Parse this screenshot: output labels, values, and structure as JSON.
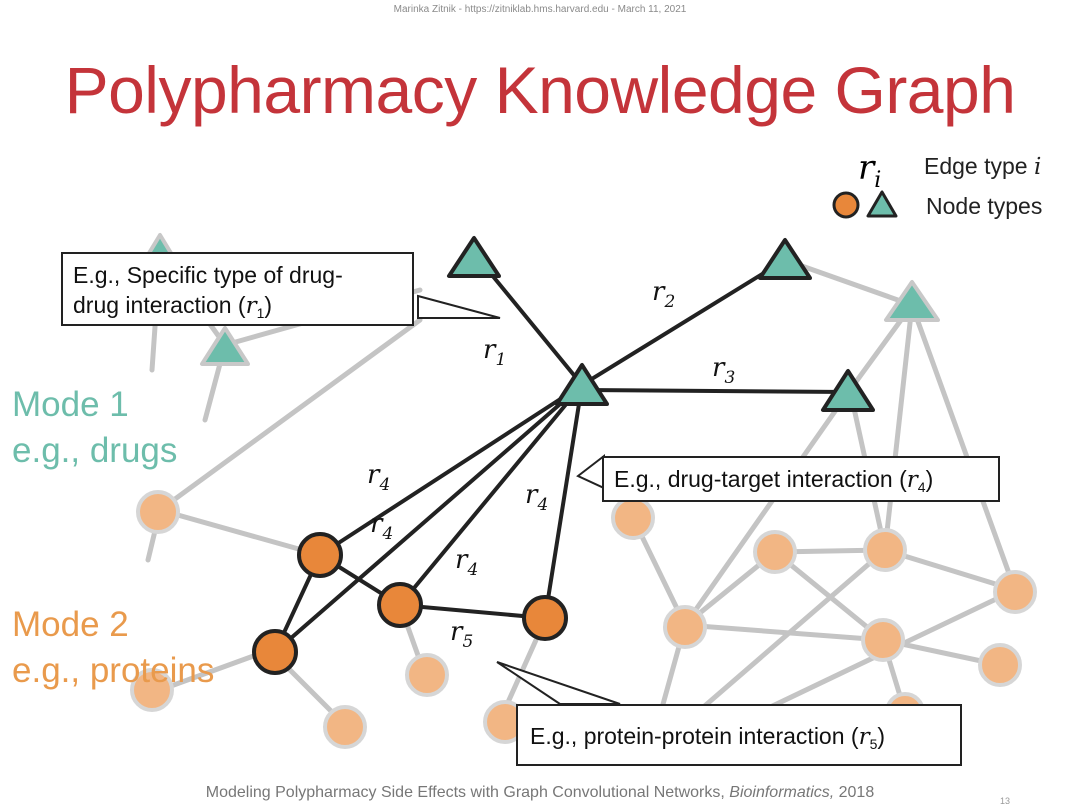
{
  "header": "Marinka Zitnik - https://zitniklab.hms.harvard.edu - March 11, 2021",
  "title": "Polypharmacy Knowledge Graph",
  "legend": {
    "edge_symbol": "r",
    "edge_symbol_sub": "i",
    "edge_label": "Edge type ",
    "edge_label_var": "i",
    "node_label": "Node types"
  },
  "modes": {
    "mode1_title": "Mode 1",
    "mode1_example": "e.g., drugs",
    "mode2_title": "Mode 2",
    "mode2_example": "e.g., proteins"
  },
  "callouts": {
    "ddi_line1": "E.g., Specific type of drug-",
    "ddi_line2": "drug interaction (",
    "ddi_r": "r",
    "ddi_sub": "1",
    "ddi_close": ")",
    "dti_text": "E.g., drug-target interaction (",
    "dti_r": "r",
    "dti_sub": "4",
    "dti_close": ")",
    "ppi_text": "E.g., protein-protein interaction (",
    "ppi_r": "r",
    "ppi_sub": "5",
    "ppi_close": ")"
  },
  "edge_labels": [
    {
      "r": "r",
      "sub": "1"
    },
    {
      "r": "r",
      "sub": "2"
    },
    {
      "r": "r",
      "sub": "3"
    },
    {
      "r": "r",
      "sub": "4"
    },
    {
      "r": "r",
      "sub": "4"
    },
    {
      "r": "r",
      "sub": "4"
    },
    {
      "r": "r",
      "sub": "4"
    },
    {
      "r": "r",
      "sub": "5"
    }
  ],
  "colors": {
    "title": "#c4343a",
    "drug_node": "#6dbdab",
    "protein_node_active": "#e8873a",
    "protein_node_faded": "#f2b684",
    "faded_edge": "#c4c4c4",
    "active_edge": "#222222",
    "mode1_text": "#6dbdab",
    "mode2_text": "#e99a4c"
  },
  "footer": {
    "text": "Modeling Polypharmacy Side Effects with Graph Convolutional Networks, ",
    "journal": "Bioinformatics,",
    "year": " 2018"
  },
  "page_number": "13"
}
